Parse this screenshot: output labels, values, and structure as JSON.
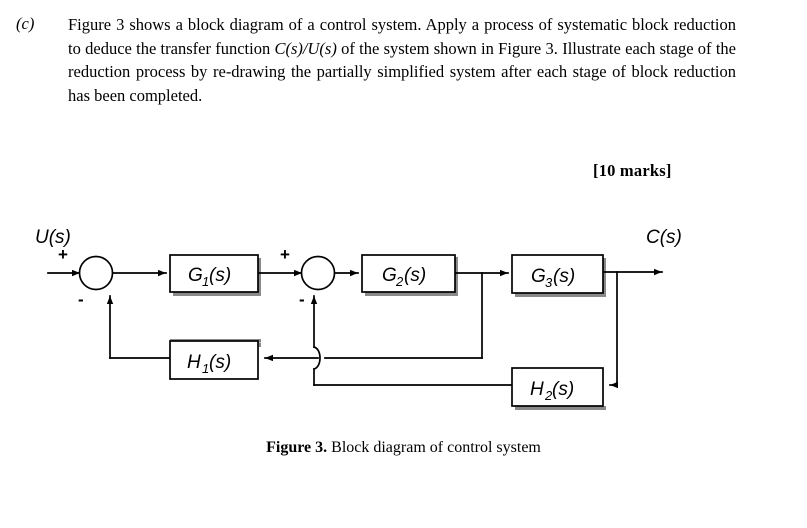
{
  "question": {
    "label": "(c)",
    "text_part1": "Figure 3 shows a block diagram of a control system. Apply a process of systematic block reduction to deduce the transfer function ",
    "transfer_function": "C(s)/U(s)",
    "text_part2": " of the system shown in Figure 3. Illustrate each stage of the reduction process by re-drawing the partially simplified system after each stage of block reduction has been completed.",
    "marks": "[10 marks]"
  },
  "figure": {
    "caption_strong": "Figure 3.",
    "caption_rest": " Block diagram of control system",
    "input_label": "U(s)",
    "output_label": "C(s)",
    "blocks": [
      {
        "id": "G1",
        "main": "G",
        "sub": "1",
        "tail": "(s)"
      },
      {
        "id": "G2",
        "main": "G",
        "sub": "2",
        "tail": "(s)"
      },
      {
        "id": "G3",
        "main": "G",
        "sub": "3",
        "tail": "(s)"
      },
      {
        "id": "H1",
        "main": "H",
        "sub": "1",
        "tail": "(s)"
      },
      {
        "id": "H2",
        "main": "H",
        "sub": "2",
        "tail": "(s)"
      }
    ],
    "summing_junctions": [
      {
        "id": "sum1",
        "plus": "+",
        "minus": "-"
      },
      {
        "id": "sum2",
        "plus": "+",
        "minus": "-"
      }
    ],
    "colors": {
      "line": "#000000",
      "shadow": "#808080",
      "background": "#ffffff"
    }
  }
}
